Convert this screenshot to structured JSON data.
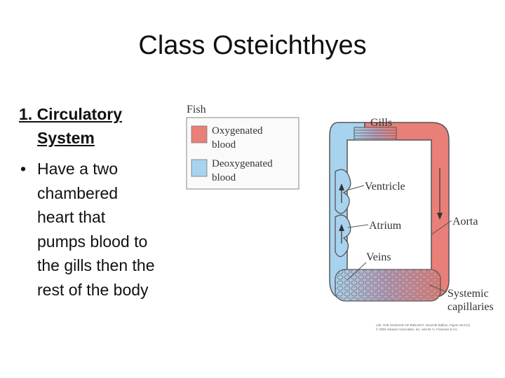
{
  "slide": {
    "title": "Class Osteichthyes",
    "heading_line1": "1. Circulatory",
    "heading_line2": "System",
    "bullet_marker": "•",
    "bullet_lines": [
      "Have a two",
      "chambered",
      "heart that",
      "pumps blood to",
      "the gills then the",
      "rest of the body"
    ]
  },
  "diagram": {
    "legend": {
      "title": "Fish",
      "oxygenated_line1": "Oxygenated",
      "oxygenated_line2": "blood",
      "deoxygenated_line1": "Deoxygenated",
      "deoxygenated_line2": "blood"
    },
    "labels": {
      "gills": "Gills",
      "ventricle": "Ventricle",
      "atrium": "Atrium",
      "veins": "Veins",
      "aorta": "Aorta",
      "systemic_line1": "Systemic",
      "systemic_line2": "capillaries"
    },
    "credit_line1": "Life: THE SCIENCE OF BIOLOGY, Seventh Edition, Figure 49.8 (1)",
    "credit_line2": "© 2004 Sinauer Associates, Inc. and W. H. Freeman & Co.",
    "colors": {
      "oxygenated": "#e97f79",
      "deoxygenated": "#a8d3ee",
      "outline": "#555555"
    }
  }
}
